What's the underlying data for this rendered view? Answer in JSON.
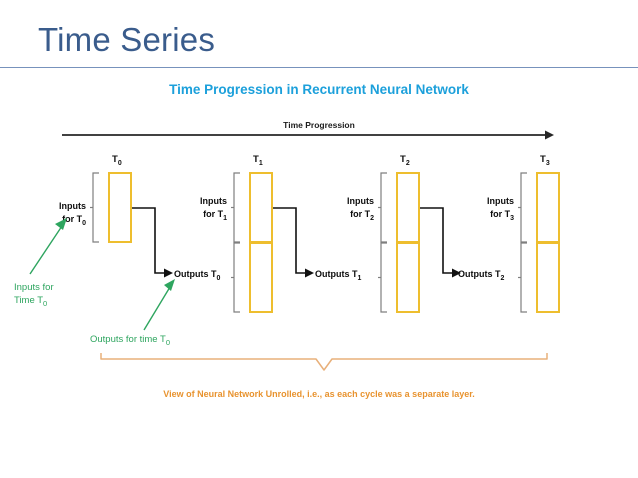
{
  "header": {
    "title": "Time Series",
    "subtitle": "Time Progression in Recurrent Neural Network",
    "title_color": "#3A5C8C",
    "subtitle_color": "#1CA0DB",
    "rule_color": "#7792BC"
  },
  "axis": {
    "label": "Time Progression",
    "color": "#262626",
    "direction": "left-to-right"
  },
  "diagram": {
    "box_color": "#EEBE2E",
    "bracket_color": "#7F7F7F",
    "connector_color": "#111111",
    "columns": [
      {
        "id": "t0",
        "label": "T",
        "label_sub": "0",
        "input_label_line1": "Inputs",
        "input_label_line2": "for T",
        "input_label_sub": "0",
        "output_label": "Outputs T",
        "output_label_sub": "0",
        "has_lower_box": false,
        "has_outgoing_connector": true
      },
      {
        "id": "t1",
        "label": "T",
        "label_sub": "1",
        "input_label_line1": "Inputs",
        "input_label_line2": "for T",
        "input_label_sub": "1",
        "output_label": "Outputs T",
        "output_label_sub": "1",
        "lower_source_label": "Outputs T",
        "lower_source_sub": "0",
        "has_lower_box": true,
        "has_outgoing_connector": true
      },
      {
        "id": "t2",
        "label": "T",
        "label_sub": "2",
        "input_label_line1": "Inputs",
        "input_label_line2": "for T",
        "input_label_sub": "2",
        "output_label": "Outputs T",
        "output_label_sub": "2",
        "lower_source_label": "Outputs T",
        "lower_source_sub": "1",
        "has_lower_box": true,
        "has_outgoing_connector": true
      },
      {
        "id": "t3",
        "label": "T",
        "label_sub": "3",
        "input_label_line1": "Inputs",
        "input_label_line2": "for T",
        "input_label_sub": "3",
        "lower_source_label": "Outputs T",
        "lower_source_sub": "2",
        "has_lower_box": true,
        "has_outgoing_connector": false
      }
    ]
  },
  "annotations": {
    "color": "#2EA55F",
    "inputs_note_line1": "Inputs for",
    "inputs_note_line2": "Time T",
    "inputs_note_sub": "0",
    "outputs_note": "Outputs for time T",
    "outputs_note_sub": "0"
  },
  "footer": {
    "brace_color": "#E8B07A",
    "caption": "View of Neural Network Unrolled, i.e., as each cycle was a separate layer.",
    "caption_color": "#E8932F"
  }
}
